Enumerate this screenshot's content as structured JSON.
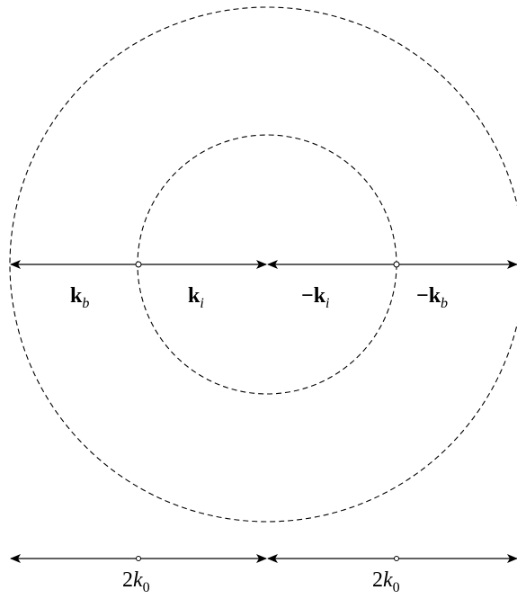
{
  "labels": {
    "kb": {
      "main": "k",
      "sub": "b"
    },
    "ki": {
      "main": "k",
      "sub": "i"
    },
    "neg_ki": {
      "sign": "−",
      "main": "k",
      "sub": "i"
    },
    "neg_kb": {
      "sign": "−",
      "main": "k",
      "sub": "b"
    },
    "bottom_left": {
      "coef": "2",
      "main": "k",
      "sub": "0"
    },
    "bottom_right": {
      "coef": "2",
      "main": "k",
      "sub": "0"
    }
  }
}
